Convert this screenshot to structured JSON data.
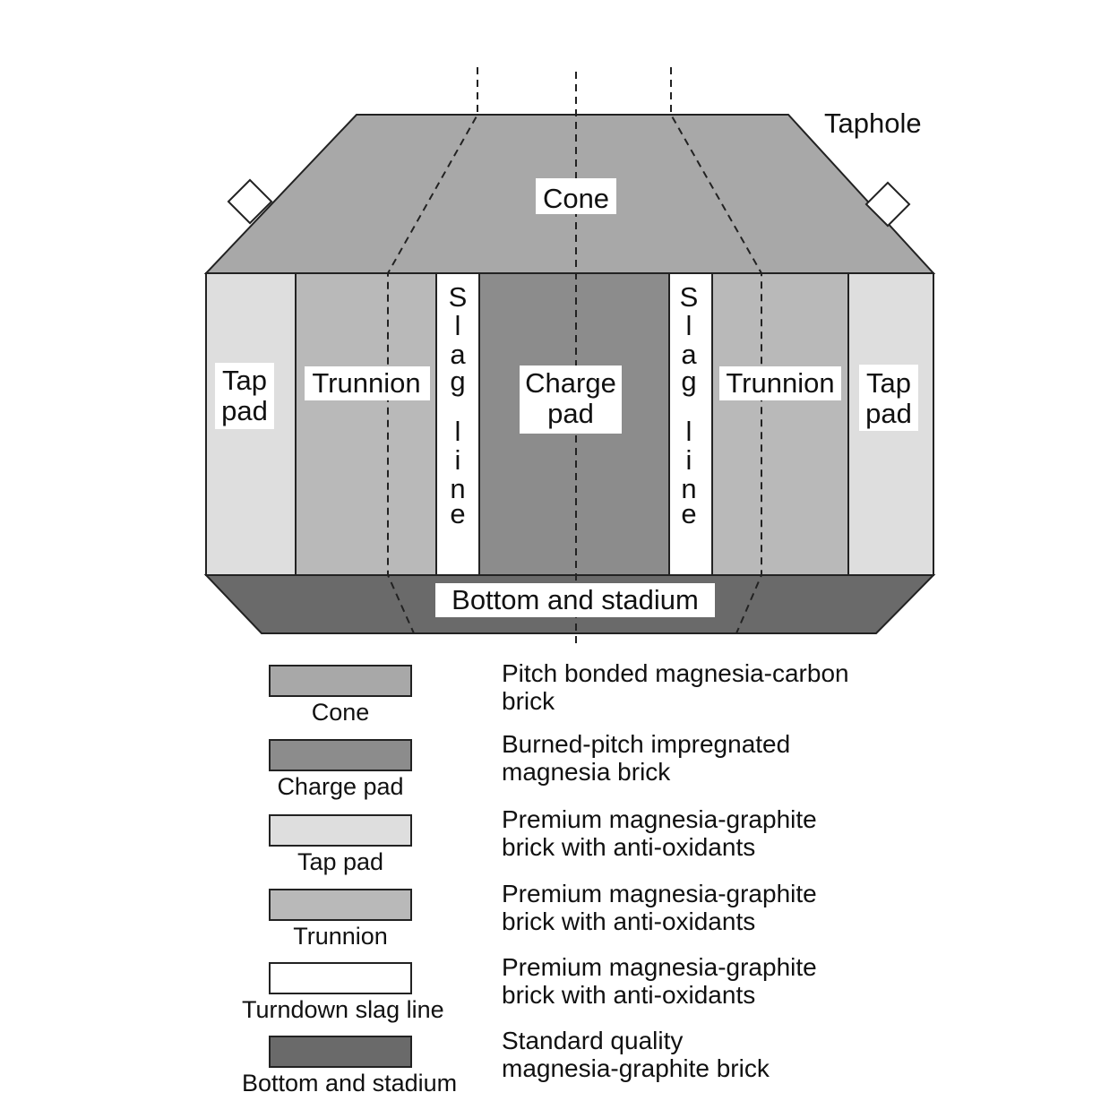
{
  "diagram": {
    "labels": {
      "taphole": "Taphole",
      "cone": "Cone",
      "tap_pad_left": [
        "Tap",
        "pad"
      ],
      "trunnion_left": "Trunnion",
      "slag_line_left": [
        "S",
        "l",
        "a",
        "g",
        "",
        "l",
        "i",
        "n",
        "e"
      ],
      "charge_pad": [
        "Charge",
        "pad"
      ],
      "slag_line_right": [
        "S",
        "l",
        "a",
        "g",
        "",
        "l",
        "i",
        "n",
        "e"
      ],
      "trunnion_right": "Trunnion",
      "tap_pad_right": [
        "Tap",
        "pad"
      ],
      "bottom": "Bottom and stadium"
    },
    "colors": {
      "cone": "#a8a8a8",
      "charge_pad": "#8c8c8c",
      "tap_pad": "#dedede",
      "trunnion": "#b9b9b9",
      "slag_line": "#ffffff",
      "bottom": "#6a6a6a",
      "outline": "#222222"
    }
  },
  "legend": [
    {
      "label": "Cone",
      "color": "#a8a8a8",
      "desc": [
        "Pitch bonded magnesia-carbon",
        "brick"
      ]
    },
    {
      "label": "Charge pad",
      "color": "#8c8c8c",
      "desc": [
        "Burned-pitch impregnated",
        "magnesia brick"
      ]
    },
    {
      "label": "Tap pad",
      "color": "#dedede",
      "desc": [
        "Premium magnesia-graphite",
        "brick with anti-oxidants"
      ]
    },
    {
      "label": "Trunnion",
      "color": "#b9b9b9",
      "desc": [
        "Premium magnesia-graphite",
        "brick with anti-oxidants"
      ]
    },
    {
      "label": "Turndown slag line",
      "color": "#ffffff",
      "desc": [
        "Premium magnesia-graphite",
        "brick with anti-oxidants"
      ]
    },
    {
      "label": "Bottom and stadium",
      "color": "#6a6a6a",
      "desc": [
        "Standard quality",
        "magnesia-graphite brick"
      ]
    }
  ]
}
